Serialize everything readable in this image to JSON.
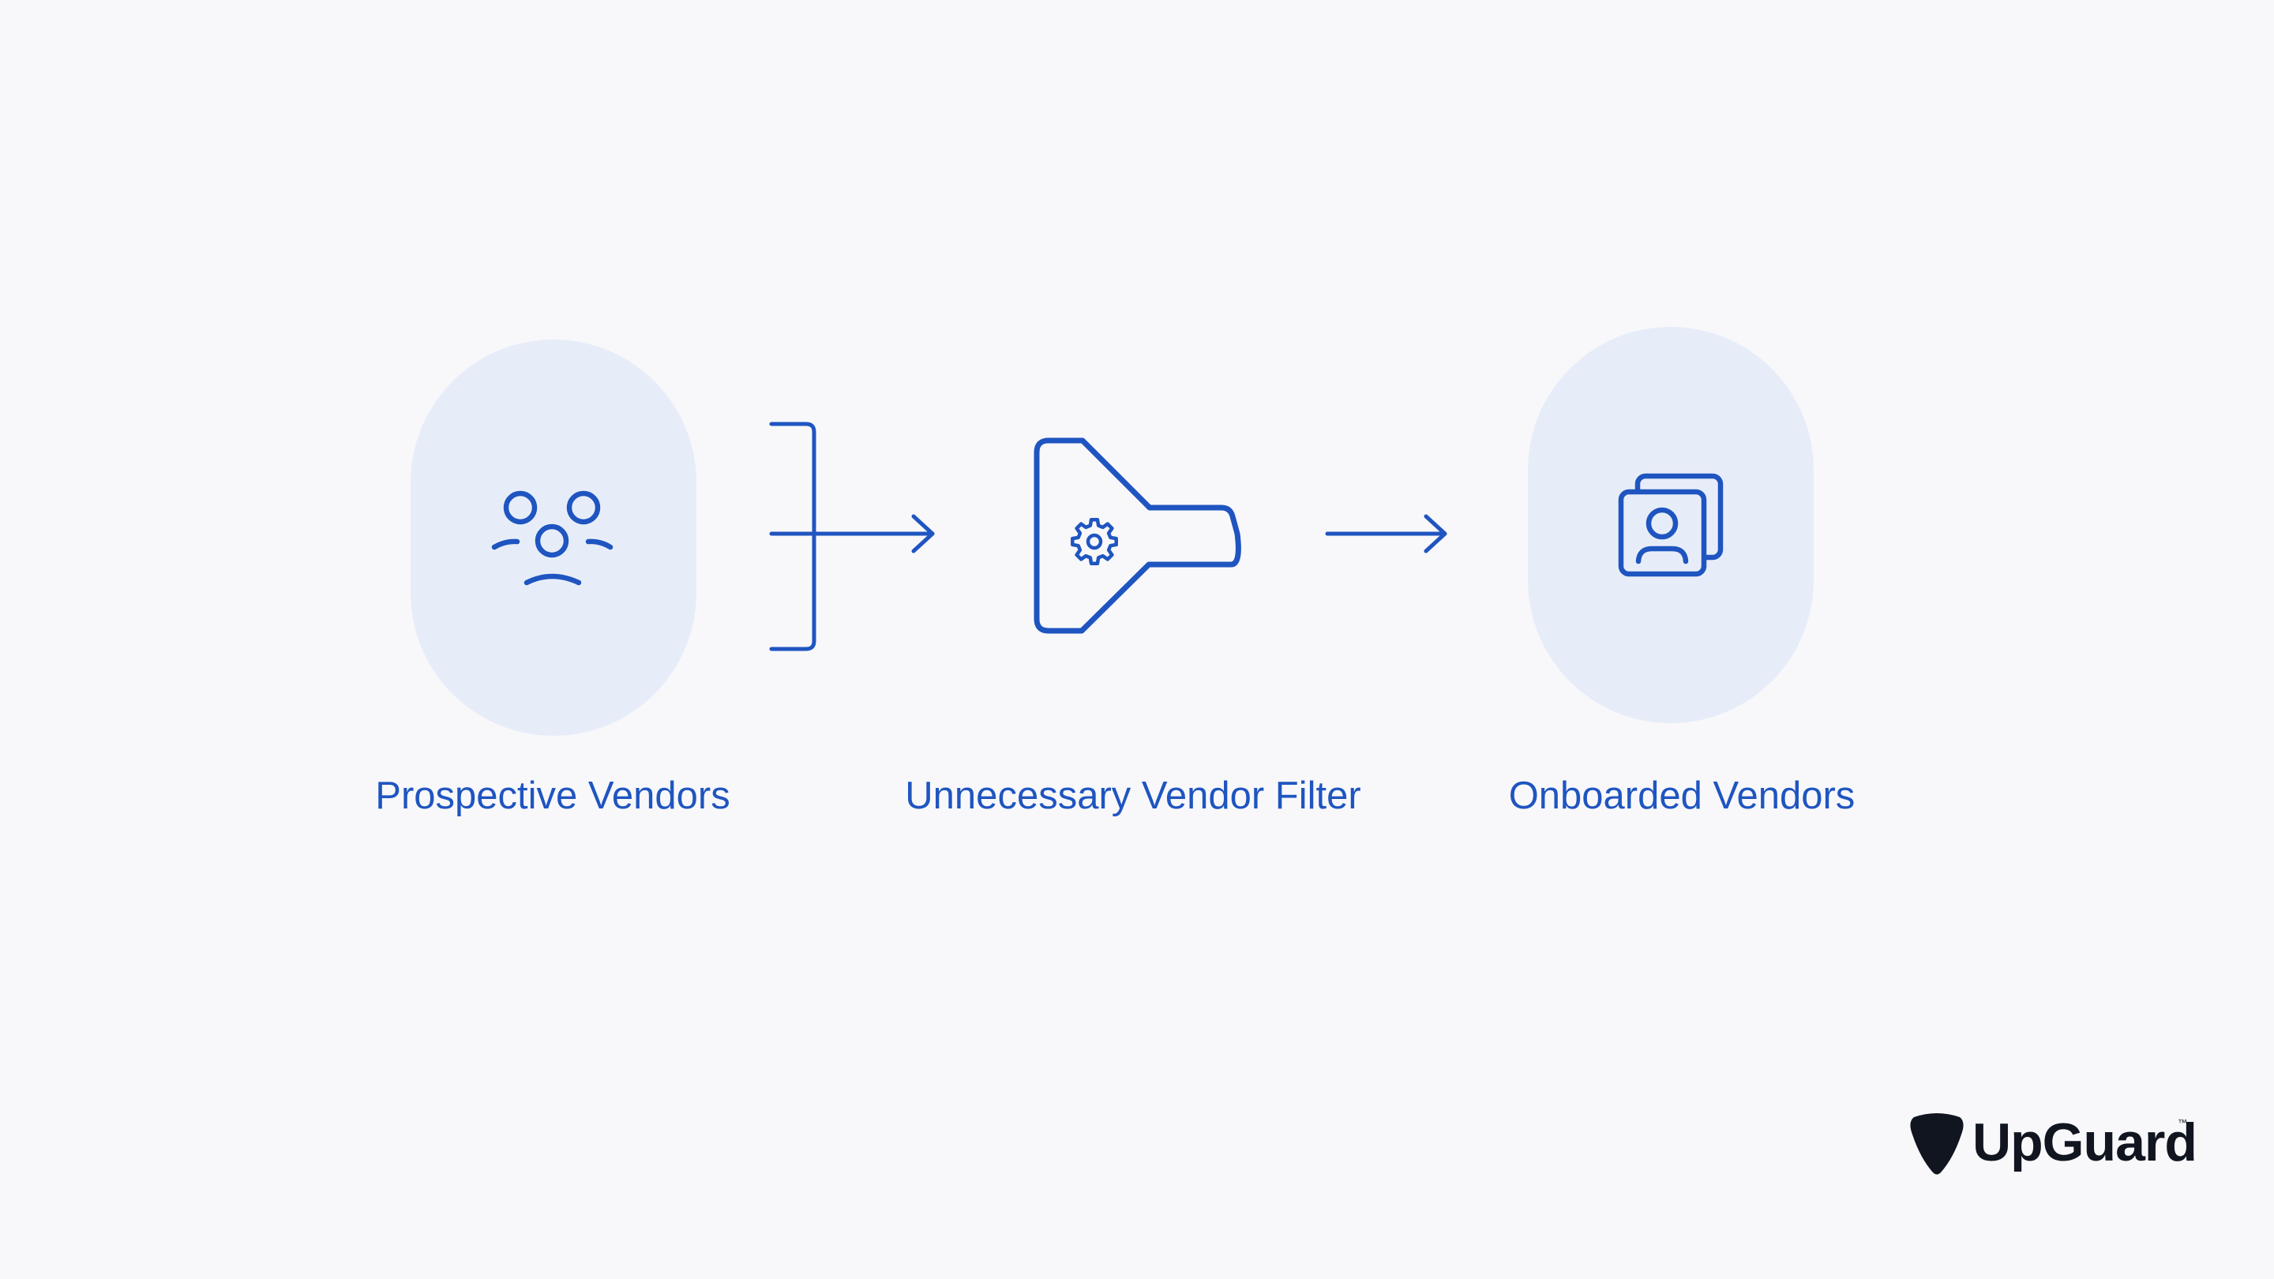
{
  "stages": [
    {
      "label": "Prospective Vendors",
      "icon": "vendor-group-icon"
    },
    {
      "label": "Unnecessary Vendor Filter",
      "icon": "filter-funnel-gear-icon"
    },
    {
      "label": "Onboarded Vendors",
      "icon": "vendor-profile-cards-icon"
    }
  ],
  "logo": {
    "text": "UpGuard",
    "trademark": "™",
    "icon": "guitar-pick-logo-icon"
  },
  "colors": {
    "background": "#f8f8fb",
    "accent": "#1f55c0",
    "pill_fill": "#e7edf8",
    "logo": "#111520"
  }
}
